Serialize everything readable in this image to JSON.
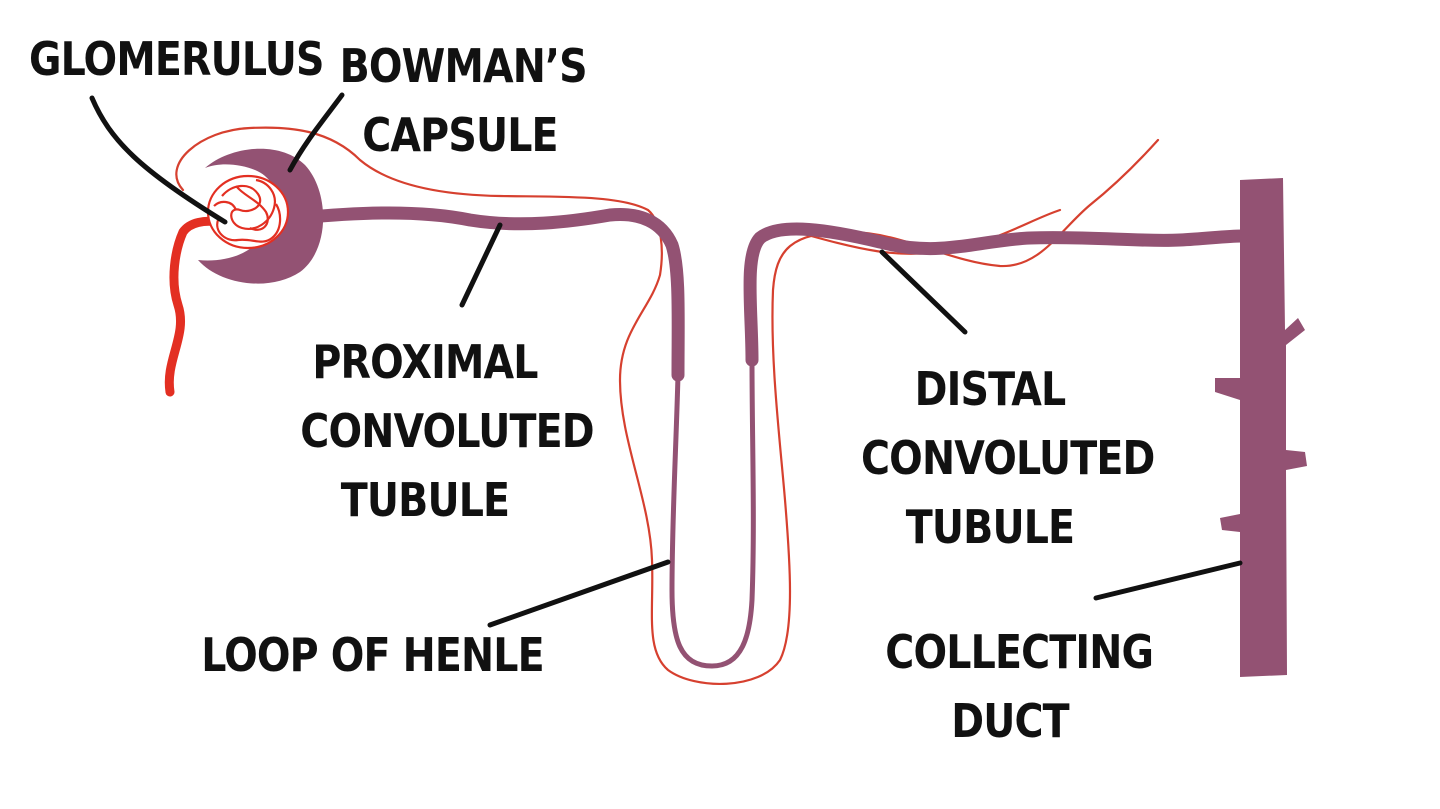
{
  "colors": {
    "tubule": "#935273",
    "artery": "#e32f22",
    "vessel": "#d6402f",
    "pointer": "#111111",
    "background": "#ffffff"
  },
  "labels": {
    "glomerulus": "GLOMERULUS",
    "bowmans_capsule": [
      "BOWMAN’S",
      "CAPSULE"
    ],
    "proximal_convoluted_tubule": [
      "PROXIMAL",
      "CONVOLUTED",
      "TUBULE"
    ],
    "loop_of_henle": "LOOP OF HENLE",
    "distal_convoluted_tubule": [
      "DISTAL",
      "CONVOLUTED",
      "TUBULE"
    ],
    "collecting_duct": [
      "COLLECTING",
      "DUCT"
    ]
  }
}
